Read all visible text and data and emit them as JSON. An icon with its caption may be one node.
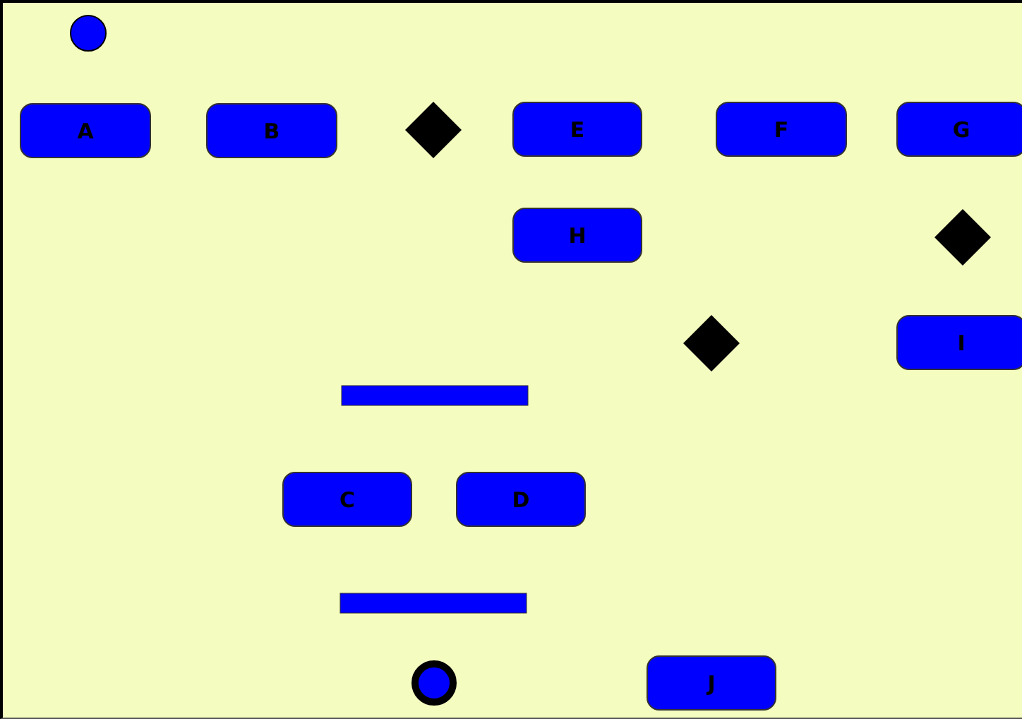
{
  "diagram": {
    "nodes": [
      {
        "text": [],
        "shape": "circle"
      },
      {
        "text": [
          "A"
        ]
      },
      {
        "text": [
          "B"
        ]
      },
      {
        "text": [],
        "shape": "diamond"
      },
      {
        "text": [
          "E"
        ]
      },
      {
        "text": [
          "F"
        ]
      },
      {
        "text": [
          "G"
        ]
      },
      {
        "text": [
          "H"
        ]
      },
      {
        "text": [],
        "shape": "diamond"
      },
      {
        "text": [],
        "shape": "diamond"
      },
      {
        "text": [
          "I"
        ]
      },
      {
        "text": [],
        "shape": "bar"
      },
      {
        "text": [
          "C"
        ]
      },
      {
        "text": [
          "D"
        ]
      },
      {
        "text": [],
        "shape": "bar"
      },
      {
        "text": [],
        "shape": "circle"
      },
      {
        "text": [
          "J"
        ]
      }
    ]
  }
}
